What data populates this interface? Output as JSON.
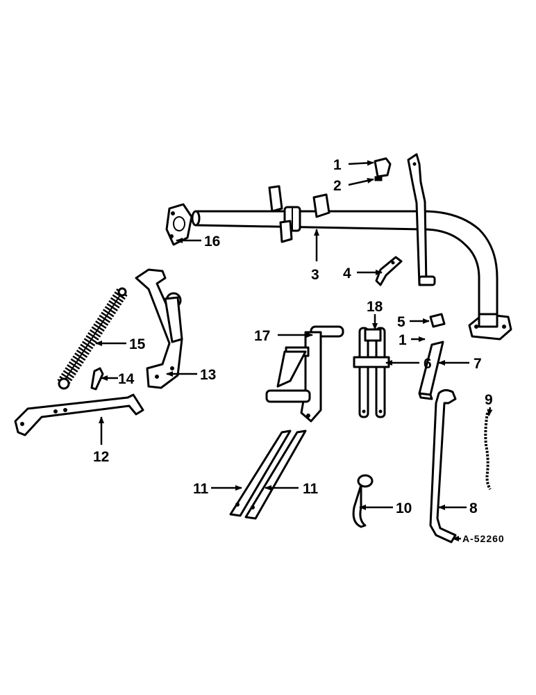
{
  "callouts": {
    "c1a": "1",
    "c1b": "1",
    "c2": "2",
    "c3": "3",
    "c4": "4",
    "c5": "5",
    "c6": "6",
    "c7": "7",
    "c8": "8",
    "c9": "9",
    "c10": "10",
    "c11a": "11",
    "c11b": "11",
    "c12": "12",
    "c13": "13",
    "c14": "14",
    "c15": "15",
    "c16": "16",
    "c17": "17",
    "c18": "18"
  },
  "drawing_code": "A-52260"
}
